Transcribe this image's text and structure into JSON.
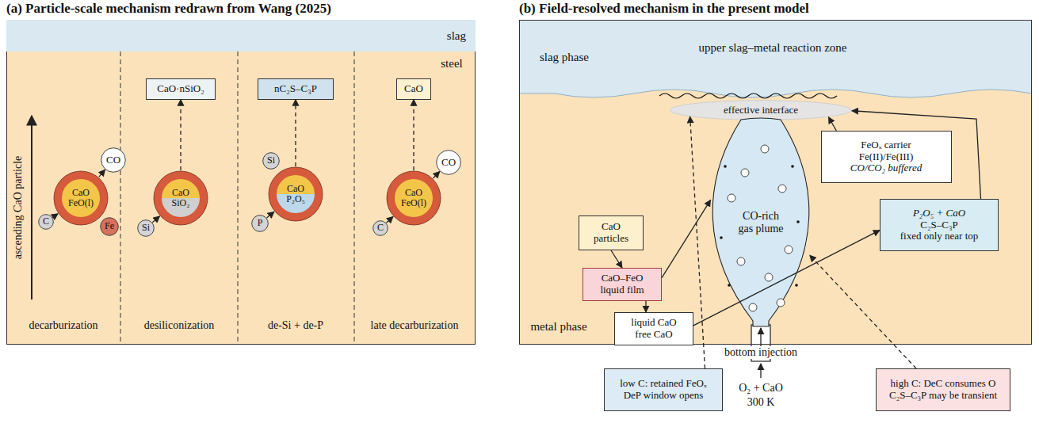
{
  "diagram": {
    "nodes": [
      {
        "text": [
          "(a) Particle-scale mechanism redrawn from Wang (2025)"
        ]
      },
      {
        "text": [
          "slag"
        ],
        "in": 0
      },
      {
        "text": [
          "CaO·nSiO₂"
        ],
        "in": 0
      },
      {
        "text": [
          "nC₂S–C₃P"
        ],
        "in": 0
      },
      {
        "text": [
          "CaO"
        ],
        "in": 0
      },
      {
        "text": [
          "CO"
        ],
        "in": 0
      },
      {
        "text": [
          "CaO",
          "FeO(l)"
        ],
        "in": 0
      },
      {
        "text": [
          "C"
        ],
        "in": 0
      },
      {
        "text": [
          "Fe"
        ],
        "in": 0
      },
      {
        "text": [
          "CaO",
          "SiO₂"
        ],
        "in": 0
      },
      {
        "text": [
          "Si"
        ],
        "in": 0
      },
      {
        "text": [
          "Si"
        ],
        "in": 0
      },
      {
        "text": [
          "CaO",
          "P₂O₅"
        ],
        "in": 0
      },
      {
        "text": [
          "P"
        ],
        "in": 0
      },
      {
        "text": [
          "CO"
        ],
        "in": 0
      },
      {
        "text": [
          "CaO",
          "FeO(l)"
        ],
        "in": 0
      },
      {
        "text": [
          "C"
        ],
        "in": 0
      },
      {
        "text": [
          "(b) Field-resolved mechanism in the present model"
        ]
      },
      {
        "text": [
          "effective interface"
        ],
        "in": 17
      },
      {
        "text": [
          "FeOₓ carrier",
          "Fe(II)/Fe(III)",
          "CO/CO₂ buffered"
        ],
        "in": 17
      },
      {
        "text": [
          "CaO particles"
        ],
        "in": 17
      },
      {
        "text": [
          "CO-rich gas plume"
        ],
        "in": 17
      },
      {
        "text": [
          "P₂O₅ + CaO",
          "C₂S–C₃P",
          "fixed only near top"
        ],
        "in": 17
      },
      {
        "text": [
          "CaO–FeO liquid film"
        ],
        "in": 17
      },
      {
        "text": [
          "liquid CaO",
          "free CaO"
        ],
        "in": 17
      },
      {
        "text": [
          "low C: retained FeOₓ",
          "DeP window opens"
        ]
      },
      {
        "text": [
          "high C: DeC consumes O",
          "C₂S–C₃P may be transient"
        ]
      }
    ],
    "edges": [
      {
        "from": 6,
        "to": 5,
        "arrow": "to"
      },
      {
        "from": 7,
        "to": 6,
        "arrow": "to"
      },
      {
        "from": 9,
        "to": 2,
        "arrow": "to"
      },
      {
        "from": 10,
        "to": 9,
        "arrow": "to"
      },
      {
        "from": 12,
        "to": 3,
        "arrow": "to"
      },
      {
        "from": 13,
        "to": 12,
        "arrow": "to"
      },
      {
        "from": 15,
        "to": 4,
        "arrow": "to"
      },
      {
        "from": 16,
        "to": 15,
        "arrow": "to"
      },
      {
        "from": 15,
        "to": 14,
        "arrow": "to"
      },
      {
        "from": 20,
        "to": 23,
        "arrow": "to"
      },
      {
        "from": 23,
        "to": 21,
        "arrow": "to"
      },
      {
        "from": 23,
        "to": 24,
        "arrow": "to"
      },
      {
        "from": 24,
        "to": 22,
        "arrow": "to"
      },
      {
        "from": 19,
        "to": 18,
        "arrow": "to"
      },
      {
        "from": 22,
        "to": 18,
        "arrow": "to"
      },
      {
        "from": 25,
        "to": 18,
        "arrow": "to"
      },
      {
        "from": 26,
        "to": 21,
        "arrow": "to"
      }
    ],
    "labels": [
      "steel",
      "ascending CaO particle",
      "decarburization",
      "desiliconization",
      "de-Si + de-P",
      "late decarburization",
      "slag phase",
      "upper slag–metal reaction zone",
      "metal phase",
      "bottom injection",
      "O₂ + CaO",
      "300 K"
    ]
  }
}
